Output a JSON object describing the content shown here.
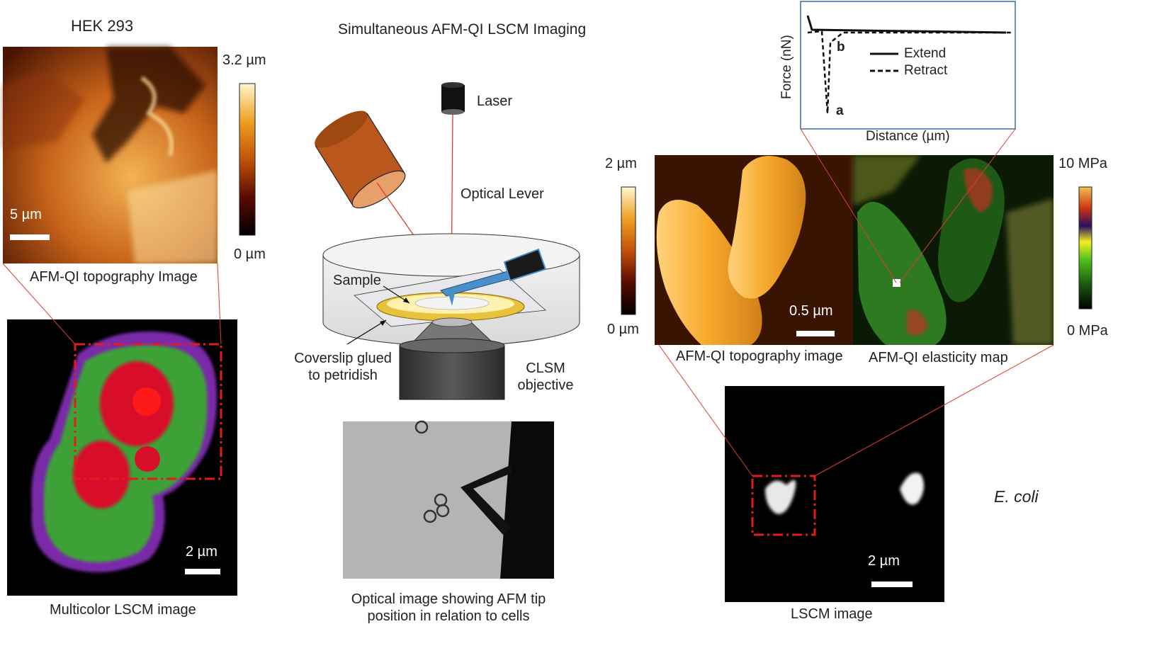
{
  "left": {
    "cell_line": "HEK 293",
    "topo_scale_bar": "5 µm",
    "colorbar_max": "3.2 µm",
    "colorbar_min": "0 µm",
    "topo_caption": "AFM-QI  topography Image",
    "lscm_scale_bar": "2 µm",
    "lscm_caption": "Multicolor  LSCM image"
  },
  "middle": {
    "title": "Simultaneous AFM-QI LSCM Imaging",
    "laser": "Laser",
    "optical_lever": "Optical Lever",
    "sample": "Sample",
    "coverslip": [
      "Coverslip glued",
      "to petridish"
    ],
    "clsm": [
      "CLSM",
      "objective"
    ],
    "optical_caption": [
      "Optical image showing AFM tip",
      "position in relation to cells"
    ]
  },
  "right": {
    "inset": {
      "ylabel": "Force (nN)",
      "xlabel": "Distance (µm)",
      "legend_extend": "Extend",
      "legend_retract": "Retract",
      "point_a": "a",
      "point_b": "b"
    },
    "topo_cb_max": "2 µm",
    "topo_cb_min": "0 µm",
    "topo_scale_bar": "0.5 µm",
    "topo_caption": "AFM-QI topography image",
    "elastic_caption": "AFM-QI  elasticity map",
    "elastic_cb_max": "10 MPa",
    "elastic_cb_min": "0 MPa",
    "lscm_scale_bar": "2 µm",
    "lscm_caption": "LSCM image",
    "organism": "E. coli"
  },
  "colors": {
    "connector": "#e03a30",
    "roi_dash": "#e21b1b",
    "inset_border": "#3a6ea5",
    "cantilever": "#4a90c8",
    "objective_lens": "#c06a2a"
  }
}
